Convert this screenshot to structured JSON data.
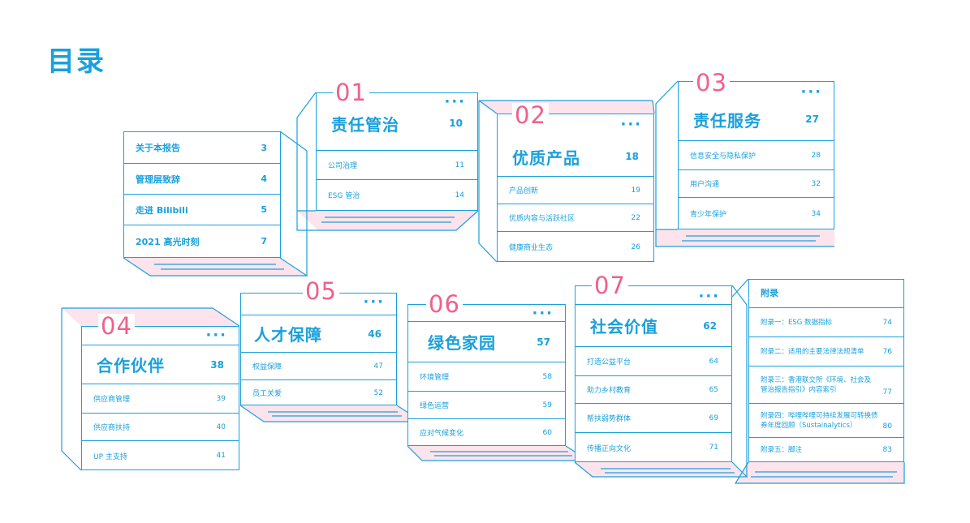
{
  "page_title": "目录",
  "intro": {
    "items": [
      {
        "label": "关于本报告",
        "page": "3"
      },
      {
        "label": "管理层致辞",
        "page": "4"
      },
      {
        "label": "走进 Bilibili",
        "page": "5"
      },
      {
        "label": "2021 高光时刻",
        "page": "7"
      }
    ]
  },
  "sections": [
    {
      "num": "01",
      "title": "责任管治",
      "page": "10",
      "items": [
        {
          "label": "公司治理",
          "page": "11"
        },
        {
          "label": "ESG 管治",
          "page": "14"
        }
      ]
    },
    {
      "num": "02",
      "title": "优质产品",
      "page": "18",
      "items": [
        {
          "label": "产品创新",
          "page": "19"
        },
        {
          "label": "优质内容与活跃社区",
          "page": "22"
        },
        {
          "label": "健康商业生态",
          "page": "26"
        }
      ]
    },
    {
      "num": "03",
      "title": "责任服务",
      "page": "27",
      "items": [
        {
          "label": "信息安全与隐私保护",
          "page": "28"
        },
        {
          "label": "用户沟通",
          "page": "32"
        },
        {
          "label": "青少年保护",
          "page": "34"
        }
      ]
    },
    {
      "num": "04",
      "title": "合作伙伴",
      "page": "38",
      "items": [
        {
          "label": "供应商管理",
          "page": "39"
        },
        {
          "label": "供应商扶持",
          "page": "40"
        },
        {
          "label": "UP 主支持",
          "page": "41"
        }
      ]
    },
    {
      "num": "05",
      "title": "人才保障",
      "page": "46",
      "items": [
        {
          "label": "权益保障",
          "page": "47"
        },
        {
          "label": "员工关爱",
          "page": "52"
        }
      ]
    },
    {
      "num": "06",
      "title": "绿色家园",
      "page": "57",
      "items": [
        {
          "label": "环境管理",
          "page": "58"
        },
        {
          "label": "绿色运营",
          "page": "59"
        },
        {
          "label": "应对气候变化",
          "page": "60"
        }
      ]
    },
    {
      "num": "07",
      "title": "社会价值",
      "page": "62",
      "items": [
        {
          "label": "打造公益平台",
          "page": "64"
        },
        {
          "label": "助力乡村教育",
          "page": "65"
        },
        {
          "label": "帮扶弱势群体",
          "page": "69"
        },
        {
          "label": "传播正向文化",
          "page": "71"
        }
      ]
    }
  ],
  "appendix": {
    "title": "附录",
    "items": [
      {
        "label": "附录一：ESG 数据指标",
        "page": "74"
      },
      {
        "label": "附录二：适用的主要法律法规清单",
        "page": "76"
      },
      {
        "label": "附录三：香港联交所《环境、社会及管治报告指引》内容索引",
        "page": "77"
      },
      {
        "label": "附录四：哔哩哔哩可持续发展可转换债券年度回顾（Sustainalytics）",
        "page": "80"
      },
      {
        "label": "附录五：脚注",
        "page": "83"
      }
    ]
  },
  "colors": {
    "accent": "#1aa0dc",
    "number": "#f0608c",
    "pink_fill": "#fde4ec"
  }
}
